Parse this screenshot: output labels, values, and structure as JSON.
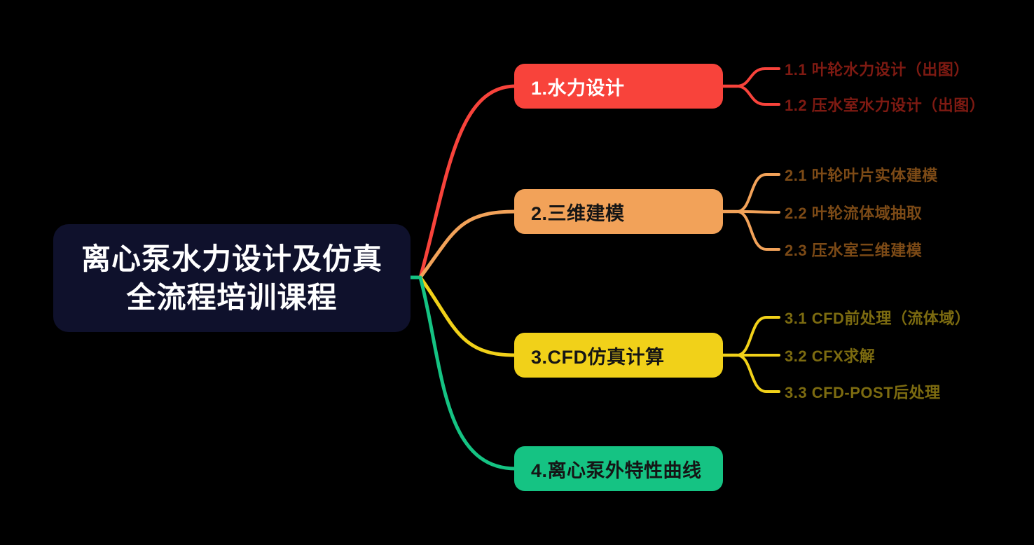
{
  "canvas": {
    "background_color": "#000000"
  },
  "root": {
    "label_line1": "离心泵水力设计及仿真",
    "label_line2": "全流程培训课程",
    "bg_color": "#0F112C",
    "text_color": "#FFFFFF"
  },
  "branches": [
    {
      "label": "1.水力设计",
      "color": "#F8433B",
      "text_color": "#FFFFFF",
      "subtopic_text_color": "#7E1A12",
      "children": [
        {
          "label": "1.1 叶轮水力设计（出图）"
        },
        {
          "label": "1.2 压水室水力设计（出图）"
        }
      ]
    },
    {
      "label": "2.三维建模",
      "color": "#F2A259",
      "text_color": "#151515",
      "subtopic_text_color": "#7C4A16",
      "children": [
        {
          "label": "2.1 叶轮叶片实体建模"
        },
        {
          "label": "2.2 叶轮流体域抽取"
        },
        {
          "label": "2.3 压水室三维建模"
        }
      ]
    },
    {
      "label": "3.CFD仿真计算",
      "color": "#F1D119",
      "text_color": "#151515",
      "subtopic_text_color": "#7C6B10",
      "children": [
        {
          "label": "3.1 CFD前处理（流体域）"
        },
        {
          "label": "3.2 CFX求解"
        },
        {
          "label": "3.3 CFD-POST后处理"
        }
      ]
    },
    {
      "label": "4.离心泵外特性曲线",
      "color": "#15C383",
      "text_color": "#151515",
      "subtopic_text_color": "#15C383",
      "children": []
    }
  ]
}
